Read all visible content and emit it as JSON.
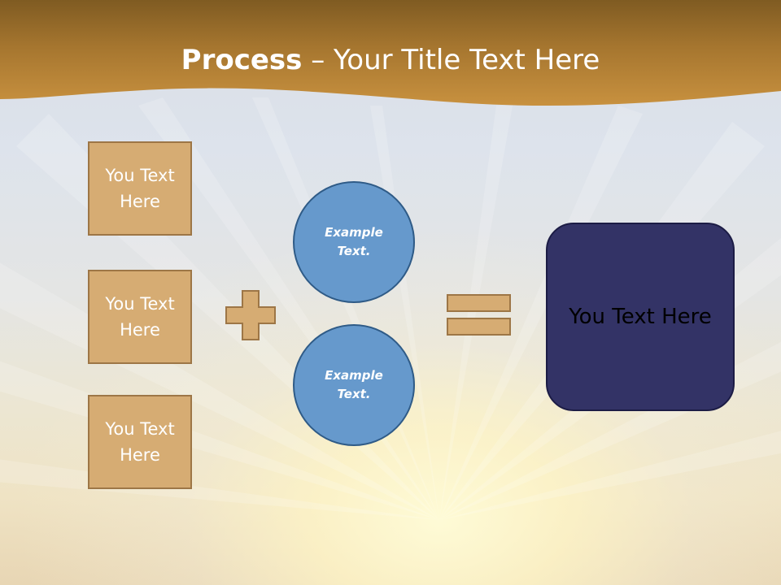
{
  "slide": {
    "title_bold": "Process",
    "title_separator": " – ",
    "title_rest": "Your Title Text Here"
  },
  "inputs": [
    {
      "label": "You Text Here"
    },
    {
      "label": "You Text Here"
    },
    {
      "label": "You Text Here"
    }
  ],
  "circles": [
    {
      "label": "Example Text."
    },
    {
      "label": "Example Text."
    }
  ],
  "result": {
    "label": "You Text Here"
  },
  "colors": {
    "banner": "#b98236",
    "box_fill": "#d6ac73",
    "box_border": "#9d7646",
    "circle_fill": "#6699cc",
    "circle_border": "#2f5b87",
    "result_fill": "#333366"
  },
  "icons": {
    "operator_1": "plus-icon",
    "operator_2": "equals-icon"
  }
}
